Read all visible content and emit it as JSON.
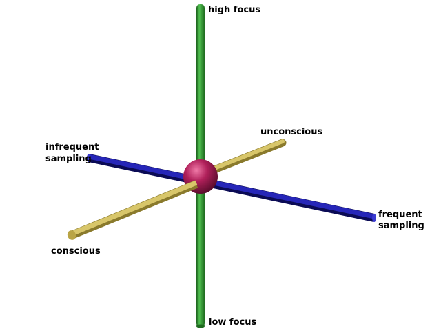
{
  "diagram": {
    "labels": {
      "high_focus": "high focus",
      "low_focus": "low focus",
      "infrequent_line1": "infrequent",
      "infrequent_line2": "sampling",
      "frequent_line1": "frequent",
      "frequent_line2": "sampling",
      "unconscious": "unconscious",
      "conscious": "conscious"
    },
    "colors": {
      "focus_axis": "#2e8b2e",
      "sampling_axis": "#1a1a8c",
      "consciousness_axis": "#c9b44f",
      "origin_sphere": "#b0205a",
      "background": "#ffffff"
    }
  }
}
